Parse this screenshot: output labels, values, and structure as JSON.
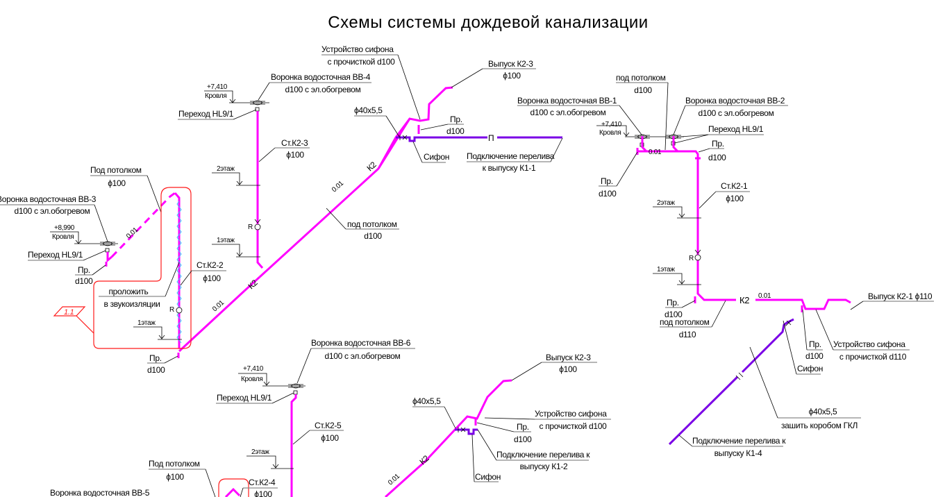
{
  "title": "Схемы системы дождевой канализации",
  "colors": {
    "pipe": "#ff00ff",
    "overflow": "#7a00e6",
    "zone": "#ff1a1a",
    "insulation": "#33ccff"
  },
  "s3": {
    "siphon_device": "Устройство сифона",
    "siphon_clean": "с прочисткой d100",
    "outlet": "Выпуск К2-3",
    "outlet_d": "ϕ100",
    "funnel": "Воронка водосточная ВВ-4",
    "funnel_d": "d100 с эл.обогревом",
    "elev": "+7,410",
    "roof": "Кровля",
    "transition": "Переход HL9/1",
    "riser": "Ст.К2-3",
    "riser_d": "ϕ100",
    "floor2": "2этаж",
    "floor1": "1этаж",
    "r": "R",
    "pipe_size": "ϕ40x5,5",
    "pr": "Пр.",
    "pr_d": "d100",
    "siphon": "Сифон",
    "overflow1": "Подключение перелива",
    "overflow2": "к выпуску К1-1",
    "p": "П",
    "ceiling": "под потолком",
    "ceiling_d": "d100",
    "k2": "К2",
    "slope": "0.01"
  },
  "s2": {
    "ceiling": "Под потолком",
    "ceiling_d": "ϕ100",
    "funnel": "Воронка водосточная ВВ-3",
    "funnel_d": "d100 с эл.обогревом",
    "elev": "+8,990",
    "roof": "Кровля",
    "transition": "Переход HL9/1",
    "pr": "Пр.",
    "pr_d": "d100",
    "slope": "0.01",
    "riser": "Ст.К2-2",
    "riser_d": "ϕ100",
    "insulate1": "проложить",
    "insulate2": "в звукоизляции",
    "r": "R",
    "floor1": "1этаж",
    "mark": "1.1"
  },
  "s5": {
    "funnel": "Воронка водосточная ВВ-6",
    "funnel_d": "d100 с эл.обогревом",
    "elev": "+7,410",
    "roof": "Кровля",
    "transition": "Переход HL9/1",
    "riser": "Ст.К2-5",
    "riser_d": "ϕ100",
    "floor2": "2этаж",
    "ceiling": "Под потолком",
    "ceiling_d": "ϕ100",
    "riser4": "Ст.К2-4",
    "riser4_d": "ϕ100",
    "funnel5": "Воронка водосточная ВВ-5"
  },
  "s3b": {
    "pipe_size": "ϕ40x5,5",
    "outlet": "Выпуск К2-3",
    "outlet_d": "ϕ100",
    "siphon_device": "Устройство сифона",
    "siphon_clean": "с прочисткой d100",
    "pr": "Пр.",
    "pr_d": "d100",
    "overflow1": "Подключение перелива к",
    "overflow2": "выпуску К1-2",
    "siphon": "Сифон",
    "k2": "К2",
    "slope": "0.01"
  },
  "s1": {
    "ceiling": "под потолком",
    "ceiling_d": "d100",
    "funnel1": "Воронка водосточная ВВ-1",
    "funnel1_d": "d100 с эл.обогревом",
    "funnel2": "Воронка водосточная ВВ-2",
    "funnel2_d": "d100 с эл.обогревом",
    "elev": "+7,410",
    "roof": "Кровля",
    "transition": "Переход HL9/1",
    "pr": "Пр.",
    "pr_d": "d100",
    "slope": "0.01",
    "riser": "Ст.К2-1",
    "riser_d": "ϕ100",
    "floor2": "2этаж",
    "floor1": "1этаж",
    "r": "R",
    "ceiling2": "под потолком",
    "ceiling2_d": "d110",
    "k2": "К2",
    "outlet": "Выпуск К2-1 ϕ110",
    "siphon_device": "Устройство сифона",
    "siphon_clean": "с прочисткой d110",
    "siphon": "Сифон",
    "pipe_size": "ϕ40x5,5",
    "box": "зашить коробом ГКЛ",
    "overflow1": "Подключение перелива к",
    "overflow2": "выпуску К1-4"
  }
}
